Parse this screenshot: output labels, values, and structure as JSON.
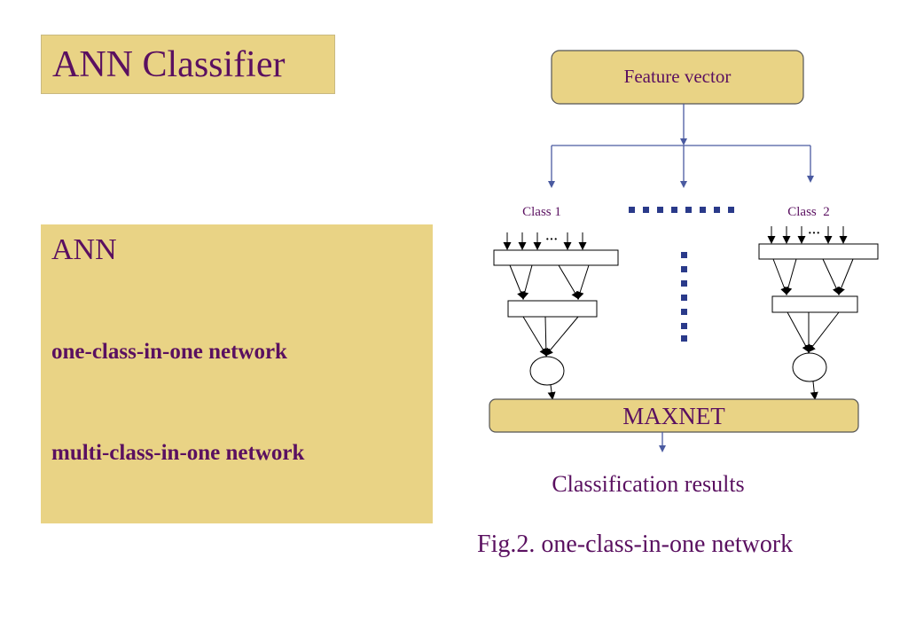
{
  "slide": {
    "title": "ANN Classifier",
    "content": {
      "heading": "ANN",
      "items": [
        "one-class-in-one network",
        "multi-class-in-one network"
      ]
    },
    "diagram": {
      "input_label": "Feature vector",
      "class_labels": [
        "Class 1",
        "Class  2"
      ],
      "ellipsis_glyph": "···",
      "output_label": "MAXNET",
      "result_label": "Classification results"
    },
    "caption": "Fig.2.  one-class-in-one network"
  },
  "colors": {
    "box_fill": "#e9d385",
    "text": "#5a1060",
    "arrow_blue": "#4a5aa0",
    "dots_blue": "#2a3a8a"
  }
}
